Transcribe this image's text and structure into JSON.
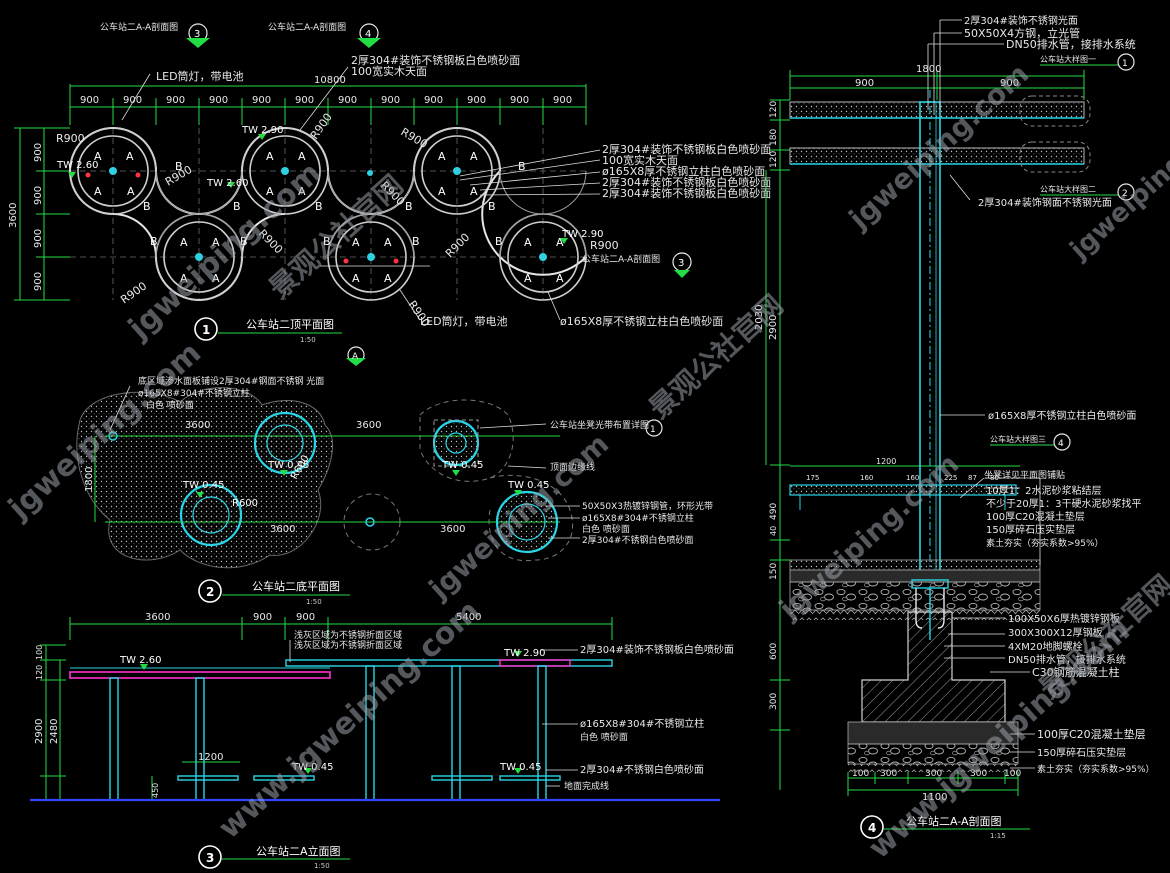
{
  "titles": {
    "p1": "公车站二顶平面图",
    "p2": "公车站二底平面图",
    "p3": "公车站二A立面图",
    "p4": "公车站二A-A剖面图",
    "s150": "1:50",
    "s115": "1:15",
    "n1": "1",
    "n2": "2",
    "n3": "3",
    "n4": "4"
  },
  "top_plan": {
    "sec_a": "公车站二A-A剖面图",
    "sec_b": "公车站二A-A剖面图",
    "sec_c": "公车站二A-A剖面图",
    "num3": "3",
    "num4": "4",
    "led1": "LED筒灯，带电池",
    "led2": "LED筒灯，带电池",
    "dim_total": "10800",
    "d900": "900",
    "dim_3600": "3600",
    "r900": "R900",
    "tw260": "TW 2.60",
    "tw290": "TW 2.90",
    "A": "A",
    "B": "B",
    "top_note1": "2厚304#装饰不锈钢板白色喷砂面",
    "top_note2": "100宽实木天面",
    "right_notes": [
      "2厚304#装饰不锈钢板白色喷砂面",
      "100宽实木天面",
      "ø165X8厚不锈钢立柱白色喷砂面",
      "2厚304#装饰不锈钢板白色喷砂面",
      "2厚304#装饰不锈钢板白色喷砂面"
    ],
    "col_note": "ø165X8厚不锈钢立柱白色喷砂面"
  },
  "bottom_plan": {
    "n1": "底区域渗水面板铺设2厚304#钢面不锈钢 光面",
    "n2": "ø165X8#304#不锈钢立柱",
    "n3": "白色 喷砂面",
    "d3600": "3600",
    "d1800": "1800",
    "tw045": "TW 0.45",
    "r600": "R600",
    "sec": "公车站坐凳光带布置详图",
    "sec_num": "1",
    "marker_a": "A",
    "edge": "顶面边缘线",
    "r1": "50X50X3热镀锌钢管，环形光带",
    "r2": "ø165X8#304#不锈钢立柱",
    "r3": "白色 喷砂面",
    "r4": "2厚304#不锈钢白色喷砂面"
  },
  "elevation": {
    "d3600": "3600",
    "d900": "900",
    "d5400": "5400",
    "d100": "100",
    "d120": "120",
    "d2900": "2900",
    "d2480": "2480",
    "d450": "450",
    "d1200": "1200",
    "tw260": "TW 2.60",
    "tw290": "TW 2.90",
    "tw045": "TW 0.45",
    "top1": "浅灰区域为不锈钢折面区域",
    "top2": "浅灰区域为不锈钢折面区域",
    "n1": "2厚304#装饰不锈钢板白色喷砂面",
    "n2": "ø165X8#304#不锈钢立柱",
    "n3": "白色 喷砂面",
    "n4": "2厚304#不锈钢白色喷砂面",
    "ground": "地面完成线"
  },
  "section": {
    "top_notes": [
      "2厚304#装饰不锈钢光面",
      "50X50X4方钢，立光管",
      "DN50排水管，接排水系统"
    ],
    "d1800": "1800",
    "d900": "900",
    "v120a": "120",
    "v180": "180",
    "v120b": "120",
    "v2900": "2900",
    "v2030": "2030",
    "v490": "490",
    "v40": "40",
    "v150": "150",
    "v600": "600",
    "v300": "300",
    "d1200": "1200",
    "d175": "175",
    "d160": "160",
    "d225": "225",
    "d87": "87",
    "d80": "80",
    "d100": "100",
    "d300": "300",
    "d1100": "1100",
    "det1": "公车站大样图一",
    "det2": "公车站大样图二",
    "det3": "公车站大样图三",
    "det_n1": "1",
    "det_n2": "2",
    "det_n3": "4",
    "mid1": "2厚304#装饰钢面不锈钢光面",
    "col": "ø165X8厚不锈钢立柱白色喷砂面",
    "layers": [
      "坐凳详见平面图铺贴",
      "10厚1：2水泥砂浆粘结层",
      "不少于20厚1：3干硬水泥砂浆找平",
      "100厚C20混凝土垫层",
      "150厚碎石压实垫层",
      "素土夯实（夯实系数>95%）"
    ],
    "found": [
      "100X50X6厚热镀锌钢板",
      "300X300X12厚钢板",
      "4XM20地脚螺栓",
      "DN50排水管，接排水系统",
      "C30钢筋混凝土柱"
    ],
    "base": [
      "100厚C20混凝土垫层",
      "150厚碎石压实垫层",
      "素土夯实（夯实系数>95%）"
    ]
  },
  "watermarks": [
    "jgweiping.com",
    "景观公社官网",
    "www.jgweiping.com"
  ]
}
